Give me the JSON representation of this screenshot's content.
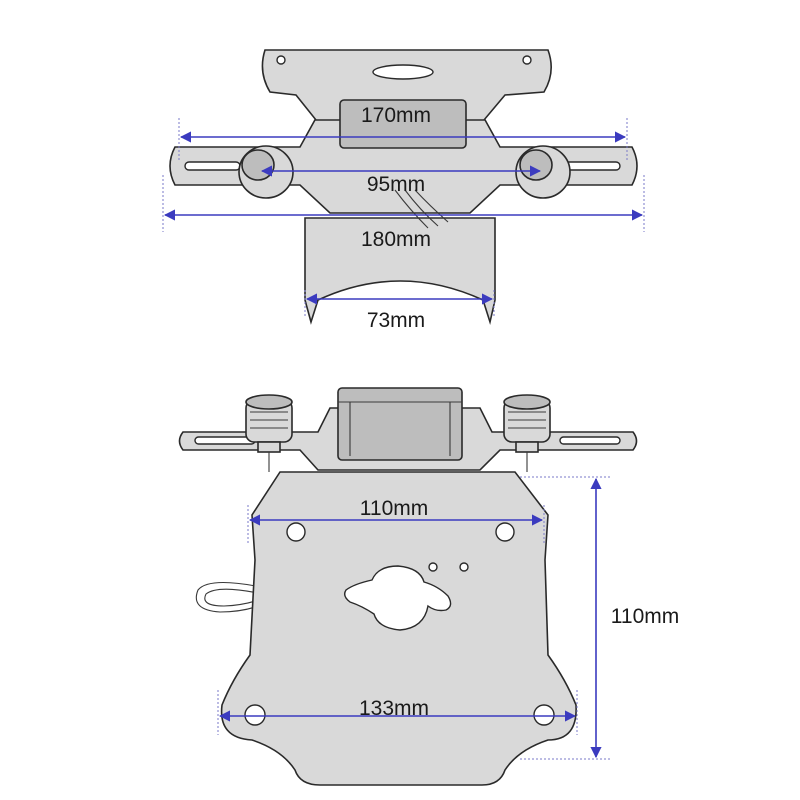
{
  "colors": {
    "dimension": "#3b3bbf",
    "part_fill": "#d9d9d9",
    "outline": "#2a2a2a"
  },
  "dimensions": {
    "top_view": {
      "width_170": "170mm",
      "spacing_95": "95mm",
      "width_180": "180mm",
      "width_73": "73mm"
    },
    "front_view": {
      "hole_spacing_110": "110mm",
      "height_110": "110mm",
      "bottom_spacing_133": "133mm"
    }
  }
}
